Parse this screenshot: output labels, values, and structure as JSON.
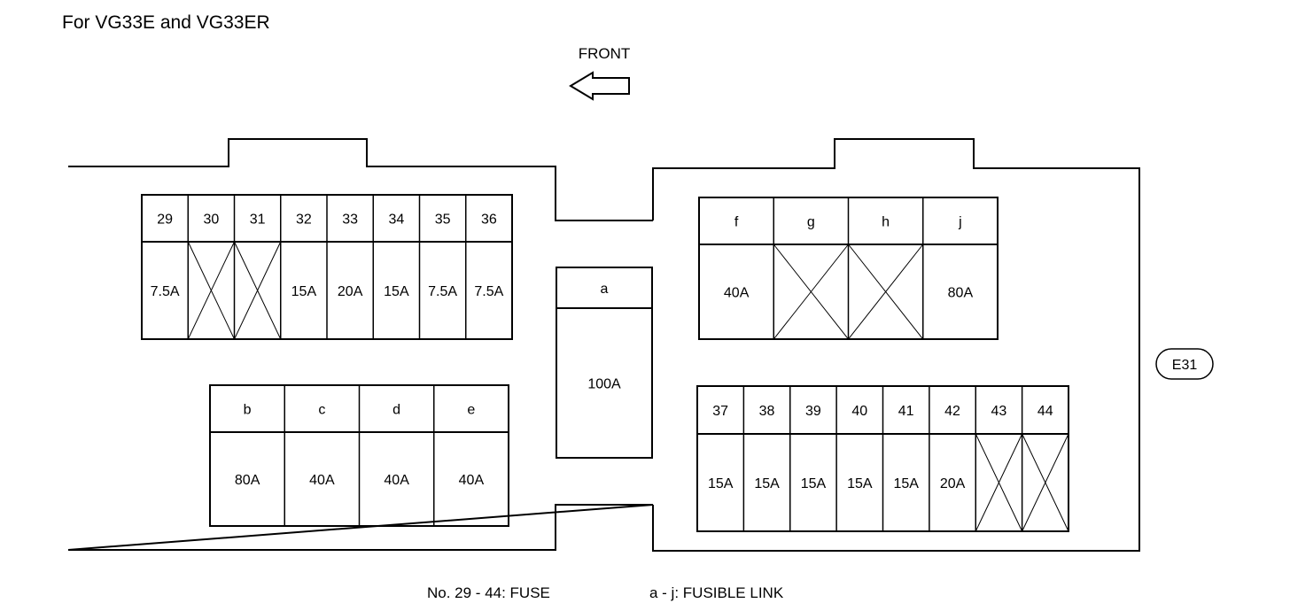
{
  "heading": "For VG33E and VG33ER",
  "front_label": "FRONT",
  "connector_label": "E31",
  "legend": {
    "fuse": "No. 29 - 44: FUSE",
    "fusible_link": "a - j: FUSIBLE LINK"
  },
  "fuse_row_top": [
    {
      "id": "29",
      "rating": "7.5A"
    },
    {
      "id": "30",
      "rating": ""
    },
    {
      "id": "31",
      "rating": ""
    },
    {
      "id": "32",
      "rating": "15A"
    },
    {
      "id": "33",
      "rating": "20A"
    },
    {
      "id": "34",
      "rating": "15A"
    },
    {
      "id": "35",
      "rating": "7.5A"
    },
    {
      "id": "36",
      "rating": "7.5A"
    }
  ],
  "fusible_links_left": [
    {
      "id": "b",
      "rating": "80A"
    },
    {
      "id": "c",
      "rating": "40A"
    },
    {
      "id": "d",
      "rating": "40A"
    },
    {
      "id": "e",
      "rating": "40A"
    }
  ],
  "fusible_link_center": {
    "id": "a",
    "rating": "100A"
  },
  "fusible_links_right": [
    {
      "id": "f",
      "rating": "40A"
    },
    {
      "id": "g",
      "rating": ""
    },
    {
      "id": "h",
      "rating": ""
    },
    {
      "id": "j",
      "rating": "80A"
    }
  ],
  "fuse_row_bottom": [
    {
      "id": "37",
      "rating": "15A"
    },
    {
      "id": "38",
      "rating": "15A"
    },
    {
      "id": "39",
      "rating": "15A"
    },
    {
      "id": "40",
      "rating": "15A"
    },
    {
      "id": "41",
      "rating": "15A"
    },
    {
      "id": "42",
      "rating": "20A"
    },
    {
      "id": "43",
      "rating": ""
    },
    {
      "id": "44",
      "rating": ""
    }
  ]
}
